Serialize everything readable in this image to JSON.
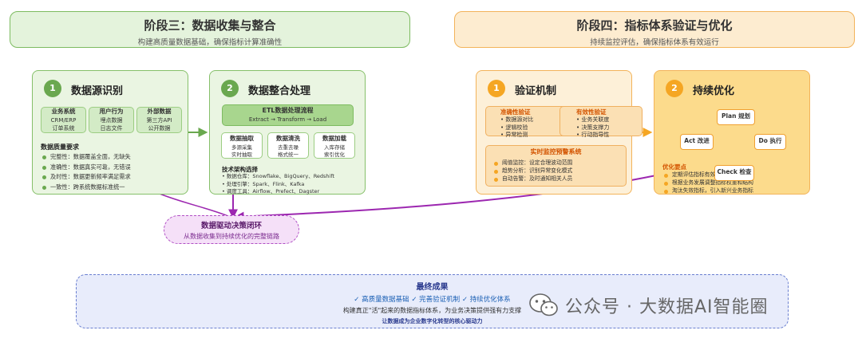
{
  "phase3": {
    "title": "阶段三：数据收集与整合",
    "subtitle": "构建高质量数据基础，确保指标计算准确性",
    "card1": {
      "num": "1",
      "title": "数据源识别",
      "sources": [
        {
          "name": "业务系统",
          "detail": "CRM/ERP\n订单系统"
        },
        {
          "name": "用户行为",
          "detail": "埋点数据\n日志文件"
        },
        {
          "name": "外部数据",
          "detail": "第三方API\n公开数据"
        }
      ],
      "quality_title": "数据质量要求",
      "quality_items": [
        "完整性：数据覆盖全面，无缺失",
        "准确性：数据真实可靠，无错误",
        "及时性：数据更新频率满足需求",
        "一致性：跨系统数据标准统一"
      ]
    },
    "card2": {
      "num": "2",
      "title": "数据整合处理",
      "etl_title": "ETL数据处理流程",
      "etl_sub": "Extract → Transform → Load",
      "steps": [
        {
          "name": "数据抽取",
          "detail": "多源采集\n实时抽取"
        },
        {
          "name": "数据清洗",
          "detail": "去重去噪\n格式统一"
        },
        {
          "name": "数据加载",
          "detail": "入库存储\n索引优化"
        }
      ],
      "tech_title": "技术架构选择",
      "tech_items": [
        "• 数据仓库：Snowflake、BigQuery、Redshift",
        "• 处理引擎：Spark、Flink、Kafka",
        "• 调度工具：Airflow、Prefect、Dagster"
      ]
    }
  },
  "phase4": {
    "title": "阶段四：指标体系验证与优化",
    "subtitle": "持续监控评估，确保指标体系有效运行",
    "card1": {
      "num": "1",
      "title": "验证机制",
      "boxes": [
        {
          "name": "准确性验证",
          "items": [
            "• 数据源对比",
            "• 逻辑校验",
            "• 异常检测"
          ]
        },
        {
          "name": "有效性验证",
          "items": [
            "• 业务关联度",
            "• 决策支撑力",
            "• 行动指导性"
          ]
        }
      ],
      "monitor_title": "实时监控预警系统",
      "monitor_items": [
        "阈值监控：设定合理波动范围",
        "趋势分析：识别异常变化模式",
        "自动告警：及时通知相关人员"
      ]
    },
    "card2": {
      "num": "2",
      "title": "持续优化",
      "cycle": {
        "plan": "Plan 规划",
        "do": "Do 执行",
        "check": "Check 检查",
        "act": "Act 改进"
      },
      "opt_title": "优化要点",
      "opt_items": [
        "定期评估指标有效性和业务价值",
        "根据业务发展调整指标权重和结构",
        "淘汰失效指标，引入新兴业务指标"
      ]
    }
  },
  "loop": {
    "title": "数据驱动决策闭环",
    "subtitle": "从数据收集到持续优化的完整链路"
  },
  "final": {
    "title": "最终成果",
    "checks": "✓ 高质量数据基础 ✓ 完善验证机制 ✓ 持续优化体系",
    "line1": "构建真正\"活\"起来的数据指标体系，为业务决策提供强有力支撑",
    "line2": "让数据成为企业数字化转型的核心驱动力"
  },
  "watermark": "公众号 · 大数据AI智能圈",
  "colors": {
    "green": "#6aa84f",
    "green_bg": "#e8f4df",
    "orange": "#f5a623",
    "orange_bg": "#fdf0d8",
    "purple": "#9c27b0",
    "blue_border": "#6a7fd0"
  }
}
